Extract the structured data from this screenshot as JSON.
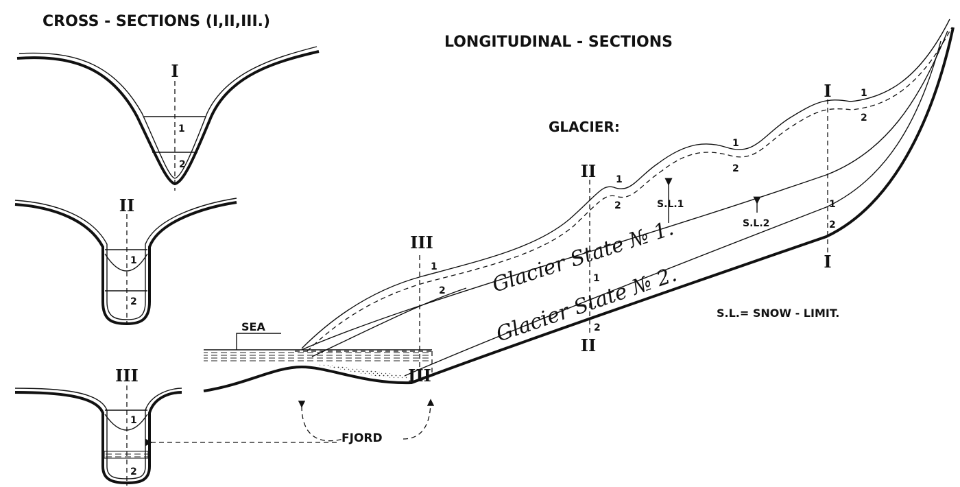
{
  "cross_sections": {
    "title": "CROSS - SECTIONS (I,II,III.)",
    "sections": [
      {
        "label": "I",
        "zone1": "1",
        "zone2": "2"
      },
      {
        "label": "II",
        "zone1": "1",
        "zone2": "2"
      },
      {
        "label": "III",
        "zone1": "1",
        "zone2": "2"
      }
    ]
  },
  "longitudinal": {
    "title": "LONGITUDINAL - SECTIONS",
    "glacier_label": "GLACIER:",
    "sea_label": "SEA",
    "fjord_label": "FJORD",
    "state1_label": "Glacier State № 1.",
    "state2_label": "Glacier State № 2.",
    "snow_limit_1": "S.L.1",
    "snow_limit_2": "S.L.2",
    "legend": "S.L.= SNOW - LIMIT.",
    "section_marks": {
      "I": "I",
      "II": "II",
      "III": "III"
    },
    "surface_marks": {
      "one": "1",
      "two": "2"
    }
  }
}
